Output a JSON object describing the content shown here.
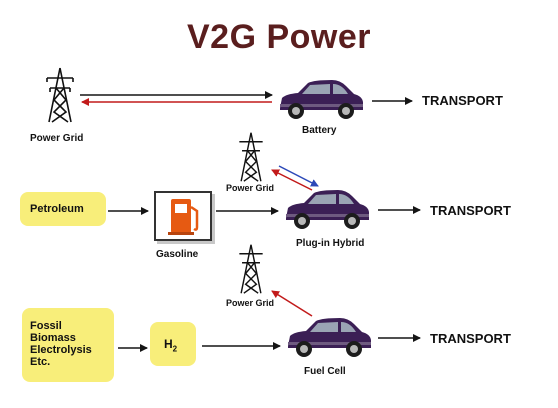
{
  "title": "V2G Power",
  "colors": {
    "title": "#5a1e1e",
    "car_body": "#3b1f55",
    "box_fill": "#f8ee7a",
    "arrow_dark": "#151515",
    "arrow_red": "#c21a1a",
    "arrow_blue": "#2b48b8"
  },
  "row1": {
    "grid_label": "Power Grid",
    "vehicle_label": "Battery",
    "transport_label": "TRANSPORT"
  },
  "row2": {
    "source_label": "Petroleum",
    "fuel_label": "Gasoline",
    "grid_label": "Power Grid",
    "vehicle_label": "Plug-in Hybrid",
    "transport_label": "TRANSPORT"
  },
  "row3": {
    "sources": [
      "Fossil",
      "Biomass",
      "Electrolysis",
      "Etc."
    ],
    "fuel_label": "H",
    "fuel_subscript": "2",
    "grid_label": "Power Grid",
    "vehicle_label": "Fuel Cell",
    "transport_label": "TRANSPORT"
  },
  "icons": [
    "power-tower-icon",
    "car-icon",
    "gas-pump-icon"
  ]
}
